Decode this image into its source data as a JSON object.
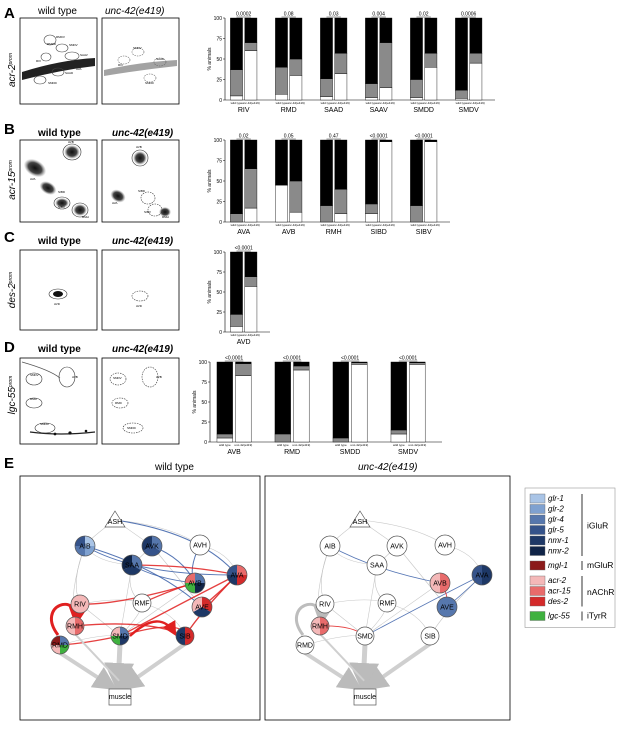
{
  "colors": {
    "black": "#000000",
    "grey": "#8a8a8a",
    "white": "#ffffff",
    "glr-1": "#a9c4e6",
    "glr-2": "#7fa1d0",
    "glr-4": "#5677ad",
    "glr-5": "#35538a",
    "nmr-1": "#1e3866",
    "nmr-2": "#102447",
    "mgl-1": "#8b1a1a",
    "acr-2": "#f4b8b8",
    "acr-15": "#e86b6b",
    "des-2": "#d42a2a",
    "lgc-55": "#3fb13f"
  },
  "panels": [
    {
      "letter": "A",
      "label": "acr-2",
      "label_sup": "prom",
      "wt_title": "wild type",
      "mut_title": "unc-42(e419)",
      "wt_cell_labels": [
        "RMDV",
        "SMDV",
        "SAAV",
        "RIV",
        "RMDD",
        "SAAD",
        "SMDD",
        "AVA"
      ],
      "mut_cell_labels": [
        "RIV",
        "SMDV",
        "SMDD",
        "SAAD"
      ]
    },
    {
      "letter": "B",
      "label": "acr-15",
      "label_sup": "prom",
      "wt_title": "wild type",
      "mut_title": "unc-42(e419)",
      "wt_cell_labels": [
        "AVB",
        "AVA",
        "SIBD",
        "SIBV",
        "RMH"
      ],
      "mut_cell_labels": [
        "AVB",
        "AVA",
        "SIBD",
        "SIBV",
        "RMH"
      ]
    },
    {
      "letter": "C",
      "label": "des-2",
      "label_sup": "prom",
      "wt_title": "wild type",
      "mut_title": "unc-42(e419)",
      "wt_cell_labels": [
        "AVD"
      ],
      "mut_cell_labels": [
        "AVD"
      ]
    },
    {
      "letter": "D",
      "label": "lgc-55",
      "label_sup": "prom",
      "wt_title": "wild type",
      "mut_title": "unc-42(e419)",
      "wt_cell_labels": [
        "AVB",
        "SMDV",
        "RMD",
        "SMDD"
      ],
      "mut_cell_labels": [
        "AVB",
        "SMDV",
        "RMD",
        "SMDD"
      ]
    }
  ],
  "chart_data": [
    {
      "type": "bar",
      "ylabel": "% animals",
      "ylim": [
        0,
        100
      ],
      "yticks": [
        "0",
        "25",
        "50",
        "75",
        "100"
      ],
      "xsub": [
        "wild type",
        "unc-42(e419)"
      ],
      "groups": [
        {
          "name": "RIV",
          "p": "0.0002",
          "wt": {
            "white": 5,
            "grey": 32,
            "black": 63
          },
          "mut": {
            "white": 60,
            "grey": 10,
            "black": 30
          }
        },
        {
          "name": "RMD",
          "p": "0.08",
          "wt": {
            "white": 7,
            "grey": 33,
            "black": 60
          },
          "mut": {
            "white": 30,
            "grey": 20,
            "black": 50
          }
        },
        {
          "name": "SAAD",
          "p": "0.03",
          "wt": {
            "white": 4,
            "grey": 22,
            "black": 74
          },
          "mut": {
            "white": 32,
            "grey": 25,
            "black": 43
          }
        },
        {
          "name": "SAAV",
          "p": "0.004",
          "wt": {
            "white": 3,
            "grey": 17,
            "black": 80
          },
          "mut": {
            "white": 15,
            "grey": 55,
            "black": 30
          }
        },
        {
          "name": "SMDD",
          "p": "0.02",
          "wt": {
            "white": 3,
            "grey": 22,
            "black": 75
          },
          "mut": {
            "white": 40,
            "grey": 17,
            "black": 43
          }
        },
        {
          "name": "SMDV",
          "p": "0.0006",
          "wt": {
            "white": 2,
            "grey": 10,
            "black": 88
          },
          "mut": {
            "white": 45,
            "grey": 12,
            "black": 43
          }
        }
      ]
    },
    {
      "type": "bar",
      "ylabel": "% animals",
      "ylim": [
        0,
        100
      ],
      "yticks": [
        "0",
        "25",
        "50",
        "75",
        "100"
      ],
      "xsub": [
        "wild type",
        "unc-42(e419)"
      ],
      "groups": [
        {
          "name": "AVA",
          "p": "0.02",
          "wt": {
            "white": 0,
            "grey": 10,
            "black": 90
          },
          "mut": {
            "white": 17,
            "grey": 48,
            "black": 35
          }
        },
        {
          "name": "AVB",
          "p": "0.05",
          "wt": {
            "white": 45,
            "grey": 0,
            "black": 55
          },
          "mut": {
            "white": 12,
            "grey": 38,
            "black": 50
          }
        },
        {
          "name": "RMH",
          "p": "0.47",
          "wt": {
            "white": 0,
            "grey": 20,
            "black": 80
          },
          "mut": {
            "white": 10,
            "grey": 30,
            "black": 60
          }
        },
        {
          "name": "SIBD",
          "p": "<0.0001",
          "wt": {
            "white": 10,
            "grey": 12,
            "black": 78
          },
          "mut": {
            "white": 98,
            "grey": 0,
            "black": 2
          }
        },
        {
          "name": "SIBV",
          "p": "<0.0001",
          "wt": {
            "white": 0,
            "grey": 20,
            "black": 80
          },
          "mut": {
            "white": 98,
            "grey": 0,
            "black": 2
          }
        }
      ]
    },
    {
      "type": "bar",
      "ylabel": "% animals",
      "ylim": [
        0,
        100
      ],
      "yticks": [
        "0",
        "25",
        "50",
        "75",
        "100"
      ],
      "xsub": [
        "wild type",
        "unc-42(e419)"
      ],
      "groups": [
        {
          "name": "AVD",
          "p": "<0.0001",
          "wt": {
            "white": 7,
            "grey": 15,
            "black": 78
          },
          "mut": {
            "white": 57,
            "grey": 12,
            "black": 31
          }
        }
      ]
    },
    {
      "type": "bar",
      "ylabel": "% animals",
      "ylim": [
        0,
        100
      ],
      "yticks": [
        "0",
        "25",
        "50",
        "75",
        "100"
      ],
      "xsub": [
        "wild type",
        "unc-42(e419)"
      ],
      "groups": [
        {
          "name": "AVB",
          "p": "<0.0001",
          "wt": {
            "white": 5,
            "grey": 5,
            "black": 90
          },
          "mut": {
            "white": 83,
            "grey": 15,
            "black": 2
          }
        },
        {
          "name": "RMD",
          "p": "<0.0001",
          "wt": {
            "white": 0,
            "grey": 10,
            "black": 90
          },
          "mut": {
            "white": 90,
            "grey": 5,
            "black": 5
          }
        },
        {
          "name": "SMDD",
          "p": "<0.0001",
          "wt": {
            "white": 0,
            "grey": 5,
            "black": 95
          },
          "mut": {
            "white": 97,
            "grey": 2,
            "black": 1
          }
        },
        {
          "name": "SMDV",
          "p": "<0.0001",
          "wt": {
            "white": 10,
            "grey": 5,
            "black": 85
          },
          "mut": {
            "white": 97,
            "grey": 2,
            "black": 1
          }
        }
      ]
    }
  ],
  "panelE": {
    "letter": "E",
    "wt_title": "wild type",
    "mut_title": "unc-42(e419)",
    "nodes": [
      "ASH",
      "AIB",
      "AVK",
      "AVH",
      "SAA",
      "AVB",
      "AVA",
      "RIV",
      "RMF",
      "AVE",
      "RMH",
      "SMD",
      "SIB",
      "RMD",
      "muscle"
    ],
    "legend": {
      "genes": [
        "glr-1",
        "glr-2",
        "glr-4",
        "glr-5",
        "nmr-1",
        "nmr-2",
        "mgl-1",
        "acr-2",
        "acr-15",
        "des-2",
        "lgc-55"
      ],
      "groups": [
        "iGluR",
        "mGluR",
        "nAChR",
        "iTyrR"
      ]
    }
  }
}
